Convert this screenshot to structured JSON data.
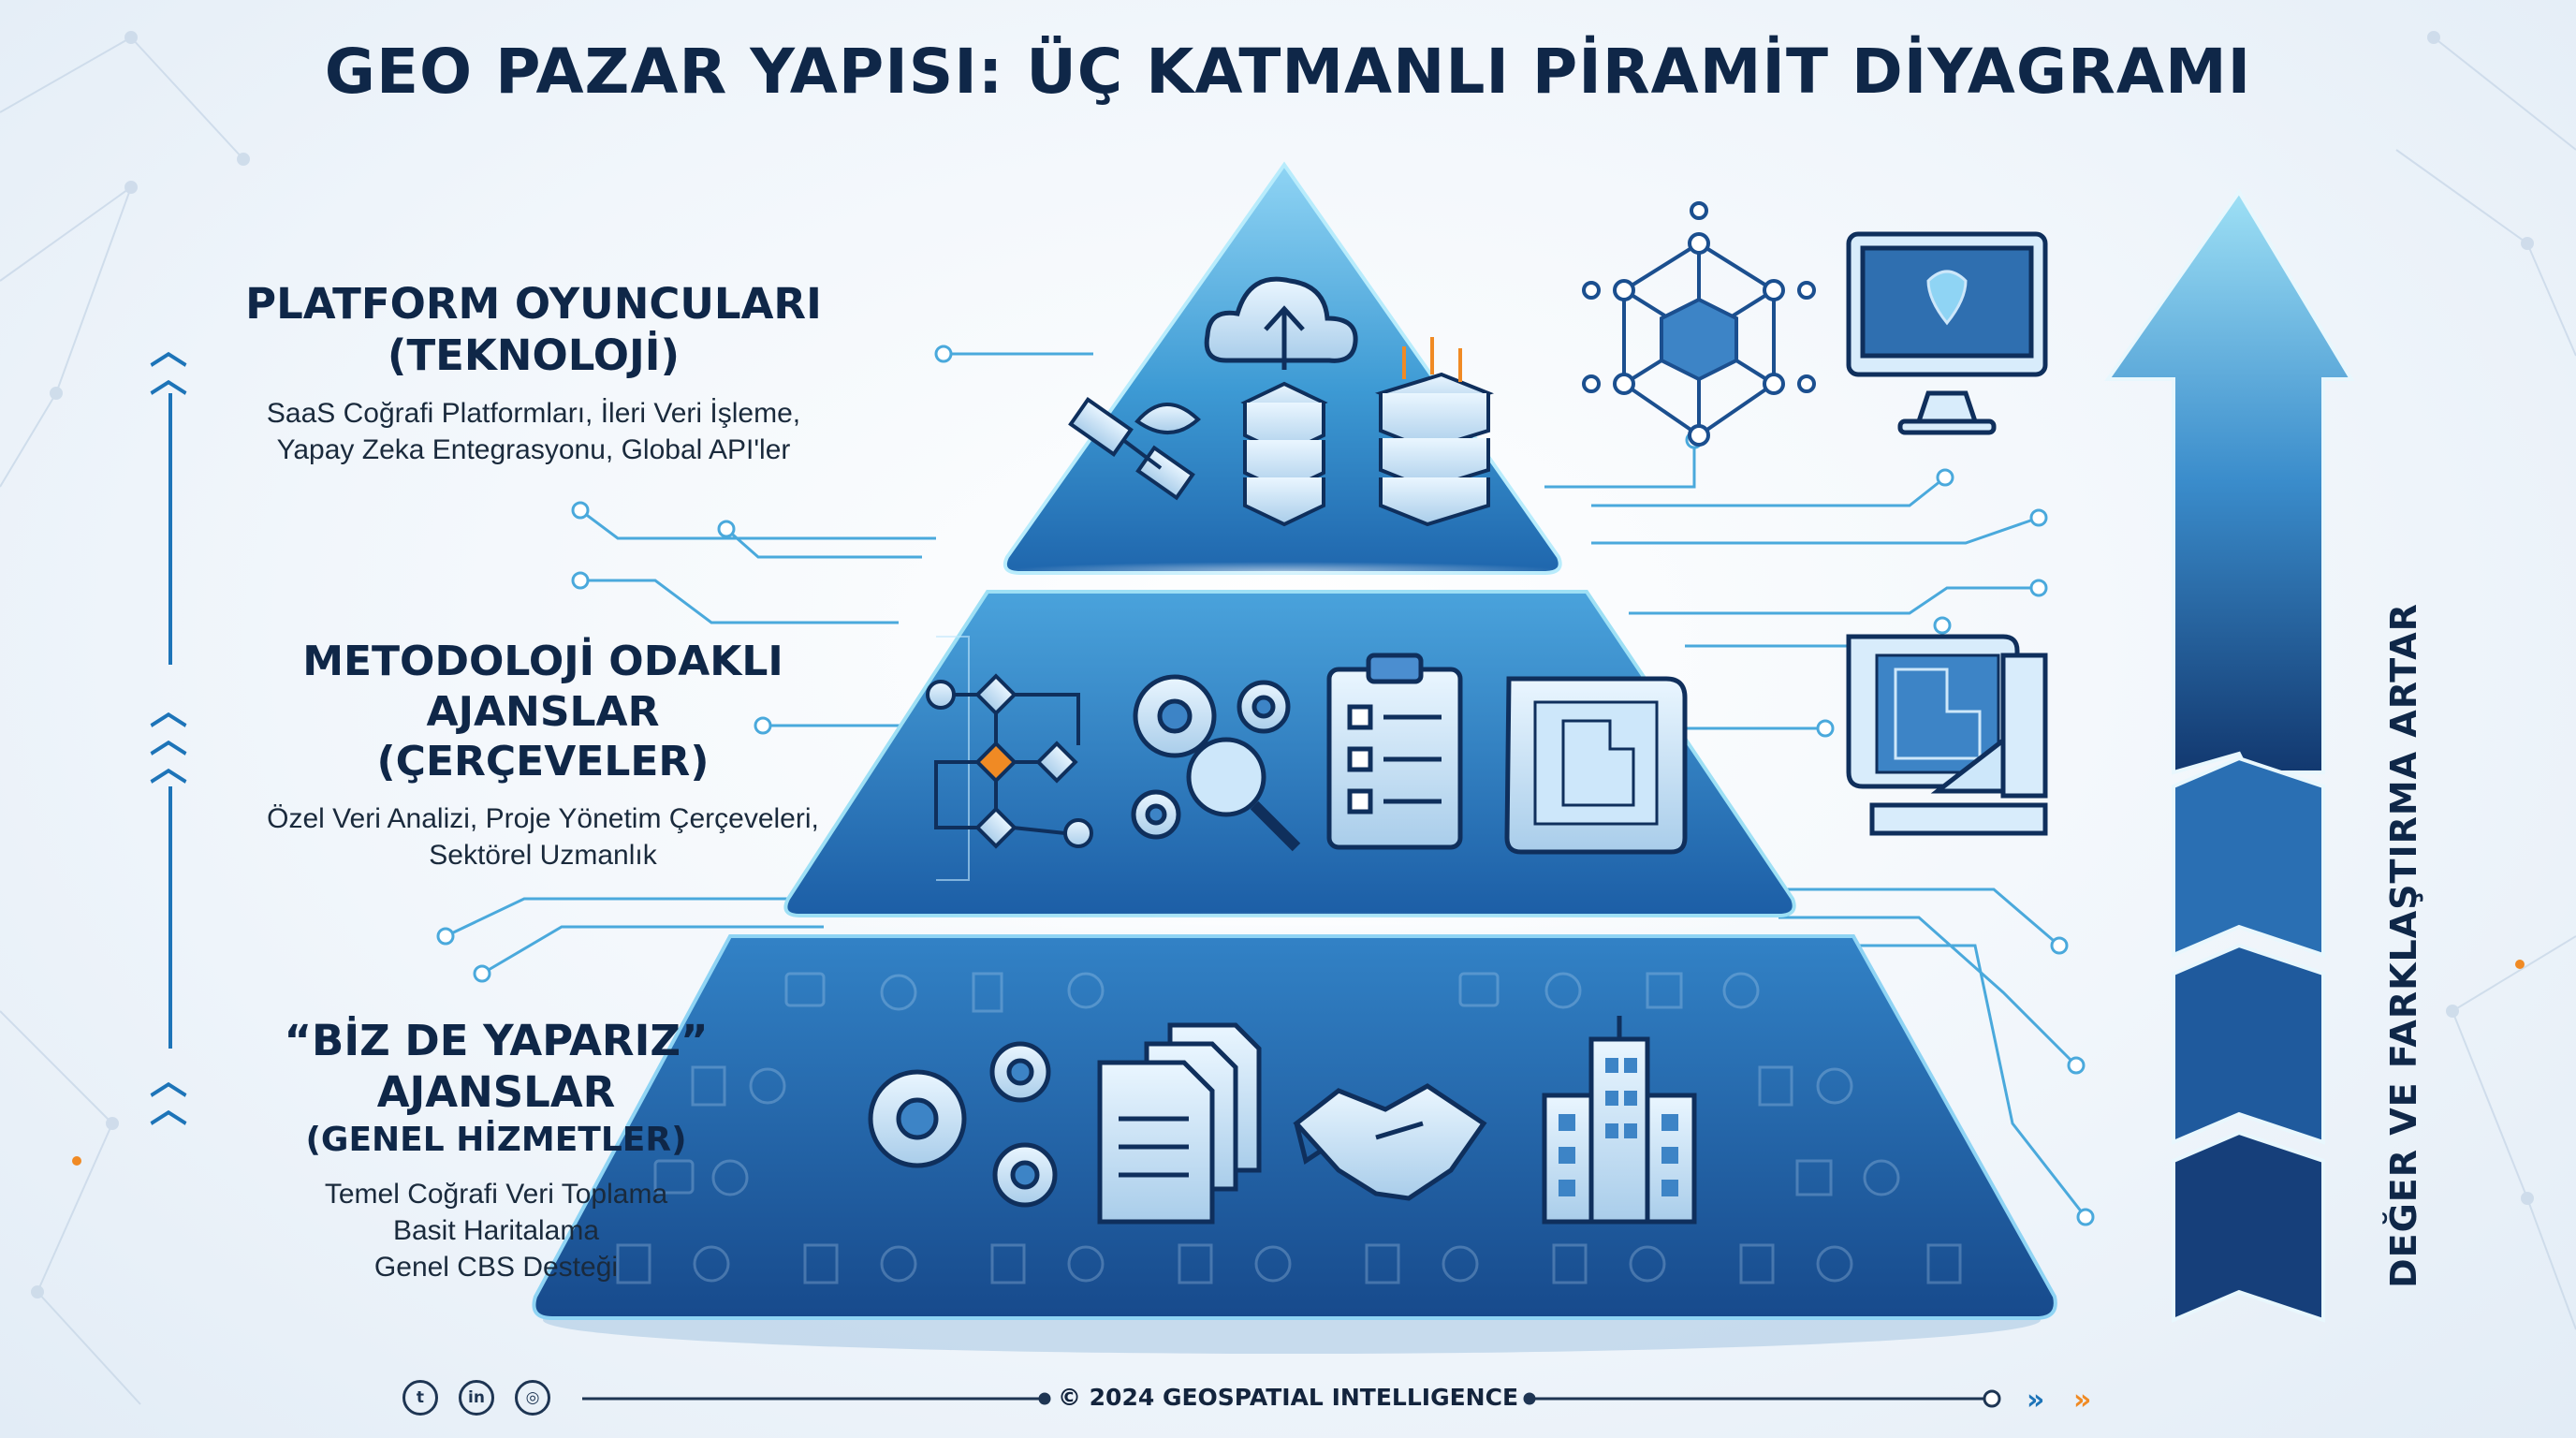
{
  "title": "GEO PAZAR YAPISI: ÜÇ KATMANLI PİRAMİT DİYAGRAMI",
  "tiers": [
    {
      "heading_lines": [
        "PLATFORM OYUNCULARI",
        "(TEKNOLOJİ)"
      ],
      "description_lines": [
        "SaaS Coğrafi Platformları, İleri Veri İşleme,",
        "Yapay Zeka Entegrasyonu, Global API'ler"
      ],
      "icons": [
        "satellite-icon",
        "cloud-upload-icon",
        "server-stack-icon",
        "server-rack-icon"
      ]
    },
    {
      "heading_lines": [
        "METODOLOJİ ODAKLI",
        "AJANSLAR",
        "(ÇERÇEVELER)"
      ],
      "description_lines": [
        "Özel Veri Analizi, Proje Yönetim Çerçeveleri,",
        "Sektörel Uzmanlık"
      ],
      "icons": [
        "flowchart-icon",
        "gears-magnifier-icon",
        "checklist-clipboard-icon",
        "blueprint-icon"
      ]
    },
    {
      "heading_lines": [
        "“BİZ DE YAPARIZ”",
        "AJANSLAR"
      ],
      "subheading": "(GENEL HİZMETLER)",
      "description_lines": [
        "Temel Coğrafi Veri Toplama",
        "Basit Haritalama",
        "Genel CBS Desteği"
      ],
      "icons": [
        "gears-icon",
        "documents-icon",
        "handshake-icon",
        "office-building-icon"
      ]
    }
  ],
  "side_arrow_label": "DEĞER VE FARKLAŞTIRMA ARTAR",
  "right_icons": [
    "network-cube-icon",
    "monitor-map-icon",
    "blueprint-ruler-icon"
  ],
  "footer": {
    "copyright": "© 2024 GEOSPATIAL INTELLIGENCE",
    "social": [
      "twitter-icon",
      "linkedin-icon",
      "instagram-icon"
    ]
  },
  "colors": {
    "title": "#0f2748",
    "accent_blue": "#1d74b8",
    "pyramid_top": "#3d9ad4",
    "pyramid_bottom": "#1b4f8f",
    "arrow_light": "#7fd0ef",
    "arrow_dark": "#12386f",
    "accent_orange": "#f08a24"
  }
}
